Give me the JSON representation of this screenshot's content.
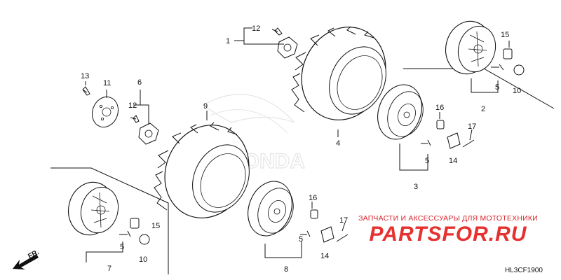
{
  "callouts": {
    "c1": "1",
    "c2": "2",
    "c3": "3",
    "c4": "4",
    "c5a": "5",
    "c5b": "5",
    "c5c": "5",
    "c5d": "5",
    "c6": "6",
    "c7": "7",
    "c8": "8",
    "c9": "9",
    "c10a": "10",
    "c10b": "10",
    "c11": "11",
    "c12a": "12",
    "c12b": "12",
    "c13": "13",
    "c14a": "14",
    "c14b": "14",
    "c15a": "15",
    "c15b": "15",
    "c16a": "16",
    "c16b": "16",
    "c17a": "17",
    "c17b": "17"
  },
  "watermark": {
    "subtitle": "ЗАПЧАСТИ И АКСЕССУАРЫ ДЛЯ МОТОТЕХНИКИ",
    "logo": "PARTSFOR.RU",
    "brand": "HONDA"
  },
  "diagram_code": "HL3CF1900",
  "direction_label": "FR.",
  "colors": {
    "line": "#111111",
    "watermark_red": "#e5312f",
    "honda_gray": "#cfcfcf"
  }
}
